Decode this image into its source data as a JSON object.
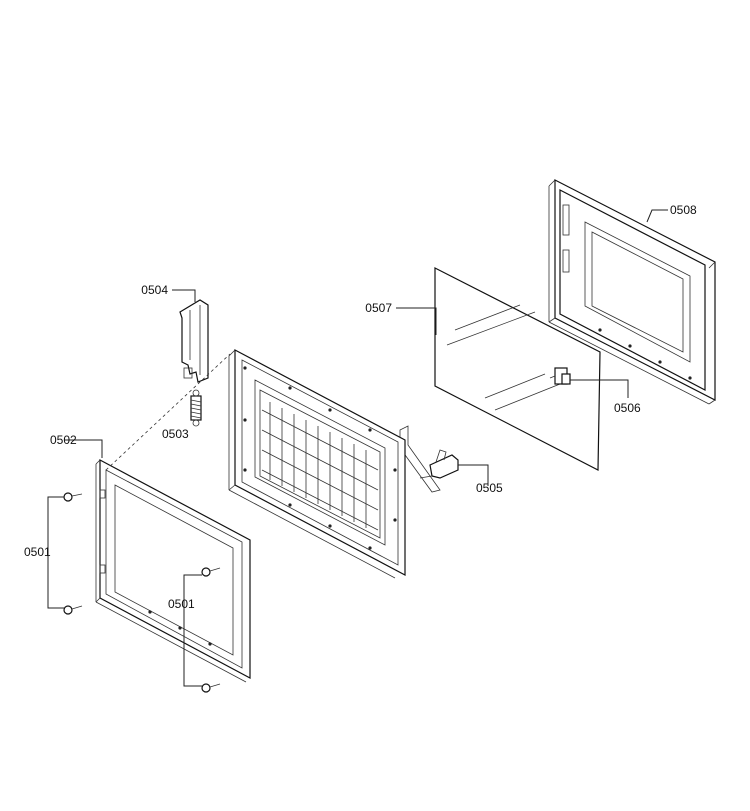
{
  "labels": {
    "p0501_left": "0501",
    "p0501_right": "0501",
    "p0502": "0502",
    "p0503": "0503",
    "p0504": "0504",
    "p0505": "0505",
    "p0506": "0506",
    "p0507": "0507",
    "p0508": "0508"
  }
}
